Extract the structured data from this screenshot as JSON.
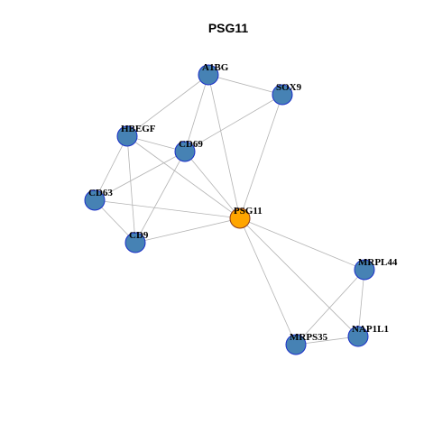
{
  "title": "PSG11",
  "colors": {
    "hub_fill": "#FFA500",
    "hub_stroke": "#8B3A1A",
    "node_fill": "#4682B4",
    "node_stroke": "#1A2FC8",
    "edge": "#B3B3B3"
  },
  "nodes": [
    {
      "id": "A1BG",
      "label": "A1BG",
      "hub": false
    },
    {
      "id": "SOX9",
      "label": "SOX9",
      "hub": false
    },
    {
      "id": "HBEGF",
      "label": "HBEGF",
      "hub": false
    },
    {
      "id": "CD69",
      "label": "CD69",
      "hub": false
    },
    {
      "id": "CD63",
      "label": "CD63",
      "hub": false
    },
    {
      "id": "PSG11",
      "label": "PSG11",
      "hub": true
    },
    {
      "id": "CD9",
      "label": "CD9",
      "hub": false
    },
    {
      "id": "MRPL44",
      "label": "MRPL44",
      "hub": false
    },
    {
      "id": "NAP1L1",
      "label": "NAP1L1",
      "hub": false
    },
    {
      "id": "MRPS35",
      "label": "MRPS35",
      "hub": false
    }
  ],
  "edges": [
    [
      "A1BG",
      "SOX9"
    ],
    [
      "A1BG",
      "HBEGF"
    ],
    [
      "A1BG",
      "CD69"
    ],
    [
      "A1BG",
      "PSG11"
    ],
    [
      "SOX9",
      "CD69"
    ],
    [
      "SOX9",
      "PSG11"
    ],
    [
      "HBEGF",
      "CD69"
    ],
    [
      "HBEGF",
      "CD63"
    ],
    [
      "HBEGF",
      "CD9"
    ],
    [
      "HBEGF",
      "PSG11"
    ],
    [
      "CD69",
      "CD63"
    ],
    [
      "CD69",
      "CD9"
    ],
    [
      "CD69",
      "PSG11"
    ],
    [
      "CD63",
      "CD9"
    ],
    [
      "CD63",
      "PSG11"
    ],
    [
      "CD9",
      "PSG11"
    ],
    [
      "PSG11",
      "MRPL44"
    ],
    [
      "PSG11",
      "NAP1L1"
    ],
    [
      "PSG11",
      "MRPS35"
    ],
    [
      "MRPL44",
      "NAP1L1"
    ],
    [
      "MRPL44",
      "MRPS35"
    ],
    [
      "NAP1L1",
      "MRPS35"
    ]
  ]
}
